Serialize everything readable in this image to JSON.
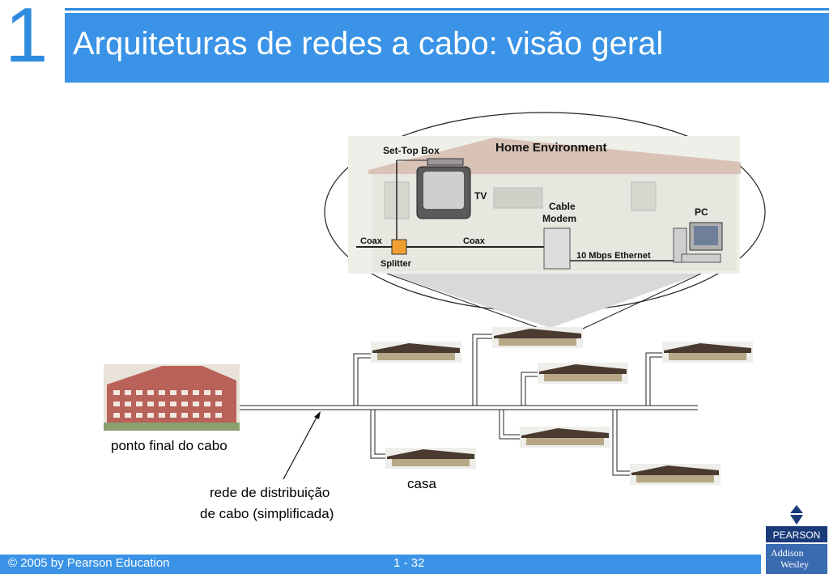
{
  "slide": {
    "chapter_number": "1",
    "title": "Arquiteturas de redes a cabo: visão geral"
  },
  "inset": {
    "heading": "Home Environment",
    "set_top_box": "Set-Top Box",
    "tv": "TV",
    "cable_modem_line1": "Cable",
    "cable_modem_line2": "Modem",
    "pc": "PC",
    "coax_left": "Coax",
    "coax_right": "Coax",
    "splitter": "Splitter",
    "ethernet": "10 Mbps Ethernet"
  },
  "labels": {
    "headend": "ponto final do cabo",
    "distribution_line1": "rede de distribuição",
    "distribution_line2": "de cabo (simplificada)",
    "home": "casa"
  },
  "footer": {
    "copyright": "© 2005 by Pearson Education",
    "page": "1 - 32"
  },
  "publisher": {
    "name": "PEARSON",
    "imprint_line1": "Addison",
    "imprint_line2": "Wesley"
  },
  "colors": {
    "accent_blue": "#3a93e6",
    "splitter_orange": "#f0a030"
  }
}
